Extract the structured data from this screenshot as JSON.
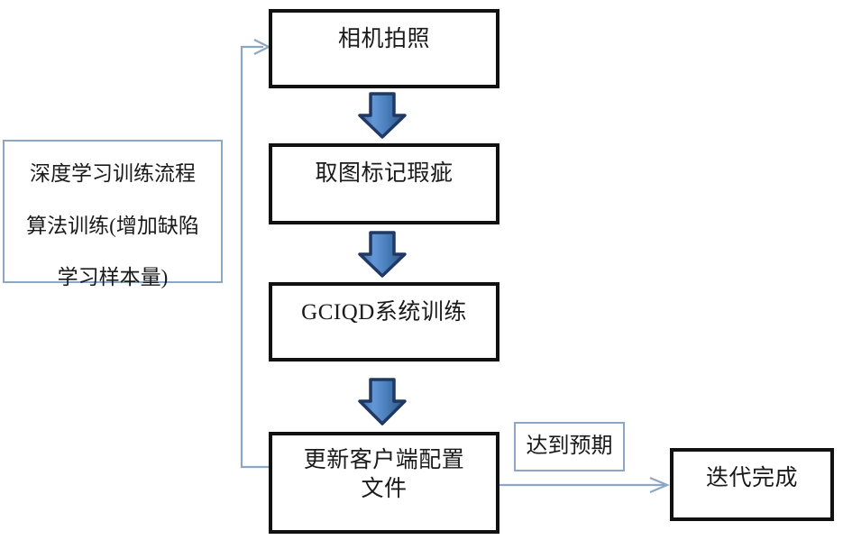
{
  "diagram": {
    "title_note": {
      "line1": "深度学习训练流程",
      "line2": "算法训练(增加缺陷",
      "line3": "学习样本量)"
    },
    "steps": [
      {
        "id": "step-camera",
        "label": "相机拍照"
      },
      {
        "id": "step-mark",
        "label": "取图标记瑕疵"
      },
      {
        "id": "step-train",
        "label": "GCIQD系统训练"
      },
      {
        "id": "step-update",
        "label": "更新客户端配置\n文件"
      }
    ],
    "update_step": {
      "line1": "更新客户端配置",
      "line2": "文件"
    },
    "condition_label": "达到预期",
    "final_step": "迭代完成",
    "colors": {
      "box_border": "#111111",
      "note_border": "#8ca7c6",
      "arrow_fill": "#4a7ebb",
      "arrow_outline": "#1f3864",
      "connector": "#8ca7c6",
      "text": "#1a1a1a",
      "background": "#ffffff"
    },
    "icons": {
      "down_arrow": "block-arrow-down",
      "feedback": "feedback-connector-arrow",
      "forward": "forward-connector-arrow"
    }
  }
}
